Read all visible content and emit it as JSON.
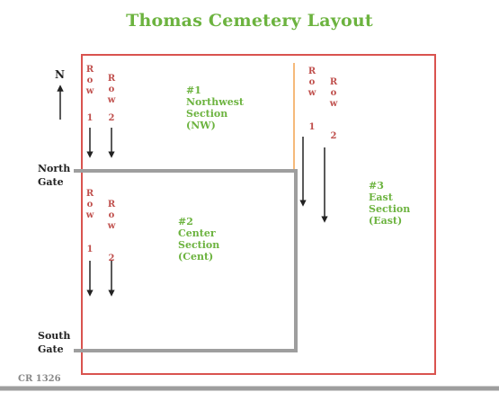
{
  "title": "Thomas Cemetery Layout",
  "north_marker": "N",
  "gates": {
    "north": "North Gate",
    "south": "South Gate"
  },
  "road": "CR 1326",
  "sections": [
    {
      "id": "nw",
      "number": "#1",
      "name_line1": "Northwest",
      "name_line2": "Section",
      "abbr": "(NW)"
    },
    {
      "id": "center",
      "number": "#2",
      "name_line1": "Center",
      "name_line2": "Section",
      "abbr": "(Cent)"
    },
    {
      "id": "east",
      "number": "#3",
      "name_line1": "East",
      "name_line2": "Section",
      "abbr": "(East)"
    }
  ],
  "row_labels": {
    "row1": {
      "word": "Row",
      "num": "1"
    },
    "row2": {
      "word": "Row",
      "num": "2"
    }
  },
  "colors": {
    "title": "#6cb33f",
    "section_text": "#6cb33f",
    "row_text": "#c0504d",
    "outer_border": "#d9534f",
    "center_border": "#9e9e9e",
    "divider": "#f5b97a",
    "road": "#9e9e9e"
  }
}
